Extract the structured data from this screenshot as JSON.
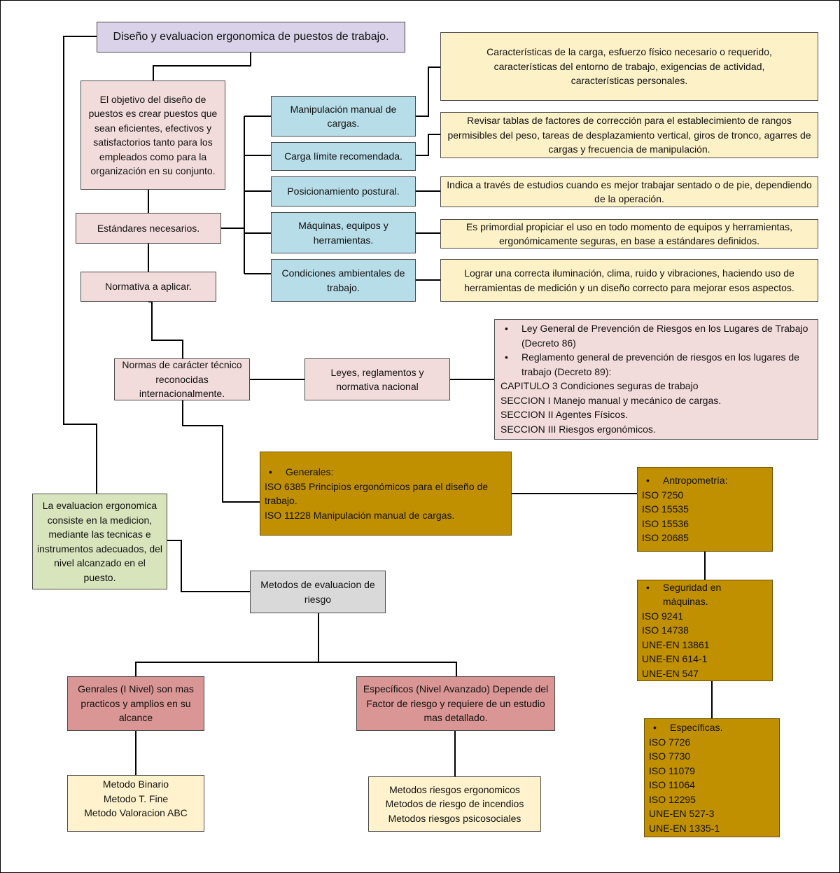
{
  "title": "Diseño y evaluacion ergonomica de puestos de trabajo.",
  "objective": "El objetivo del diseño de puestos es crear puestos que sean eficientes, efectivos y satisfactorios tanto para los empleados como para la organización en su conjunto.",
  "standards_label": "Estándares necesarios.",
  "normativa_label": "Normativa a aplicar.",
  "categories": [
    {
      "label": "Manipulación manual de cargas.",
      "detail": "Características de la carga, esfuerzo físico necesario o requerido, características del entorno de trabajo, exigencias de actividad, características personales."
    },
    {
      "label": "Carga límite recomendada.",
      "detail": "Revisar tablas de factores de corrección para el establecimiento de rangos permisibles del peso, tareas de desplazamiento vertical, giros de tronco, agarres de cargas y frecuencia de manipulación."
    },
    {
      "label": "Posicionamiento postural.",
      "detail": "Indica a través de estudios cuando es mejor trabajar sentado o de pie, dependiendo de la operación."
    },
    {
      "label": "Máquinas, equipos y herramientas.",
      "detail": "Es primordial propiciar el uso en todo momento de equipos y herramientas, ergonómicamente seguras, en base a estándares definidos."
    },
    {
      "label": "Condiciones ambientales de trabajo.",
      "detail": "Lograr una correcta iluminación, clima, ruido y vibraciones, haciendo uso de herramientas de medición y un diseño correcto para mejorar esos aspectos."
    }
  ],
  "normas_tecnicas": "Normas de carácter técnico reconocidas internacionalmente.",
  "leyes": "Leyes, reglamentos y normativa nacional",
  "laws": {
    "bullets": [
      "Ley General de Prevención de Riesgos en los Lugares de Trabajo (Decreto 86)",
      "Reglamento general de prevención de riesgos en los lugares de trabajo (Decreto 89):"
    ],
    "lines": [
      "CAPITULO 3 Condiciones seguras de trabajo",
      "SECCION I Manejo manual y mecánico de cargas.",
      "SECCION II Agentes Físicos.",
      "SECCION III Riesgos ergonómicos."
    ]
  },
  "generales_iso": {
    "heading": "Generales:",
    "lines": [
      "ISO 6385 Principios ergonómicos para el diseño de trabajo.",
      "ISO 11228 Manipulación manual de cargas."
    ]
  },
  "antropometria": {
    "heading": "Antropometría:",
    "lines": [
      "ISO 7250",
      "ISO 15535",
      "ISO 15536",
      "ISO 20685"
    ]
  },
  "seguridad": {
    "heading": "Seguridad en máquinas.",
    "lines": [
      "ISO 9241",
      "ISO 14738",
      "UNE-EN 13861",
      "UNE-EN 614-1",
      "UNE-EN 547"
    ]
  },
  "especificas": {
    "heading": "Específicas.",
    "lines": [
      "ISO 7726",
      "ISO 7730",
      "ISO 11079",
      "ISO 11064",
      "ISO 12295",
      "UNE-EN 527-3",
      "UNE-EN 1335-1"
    ]
  },
  "evaluation": "La evaluacion ergonomica consiste en la medicion, mediante las tecnicas e instrumentos adecuados, del nivel alcanzado en el puesto.",
  "methods": "Metodos de evaluacion de riesgo",
  "general_level": "Genrales (I Nivel) son mas practicos y amplios en su alcance",
  "specific_level": "Específicos (Nivel Avanzado) Depende del Factor de riesgo y requiere de un estudio mas detallado.",
  "general_methods": [
    "Metodo Binario",
    "Metodo T. Fine",
    "Metodo Valoracion ABC"
  ],
  "specific_methods": [
    "Metodos riesgos ergonomicos",
    "Metodos de riesgo de incendios",
    "Metodos riesgos psicosociales"
  ]
}
